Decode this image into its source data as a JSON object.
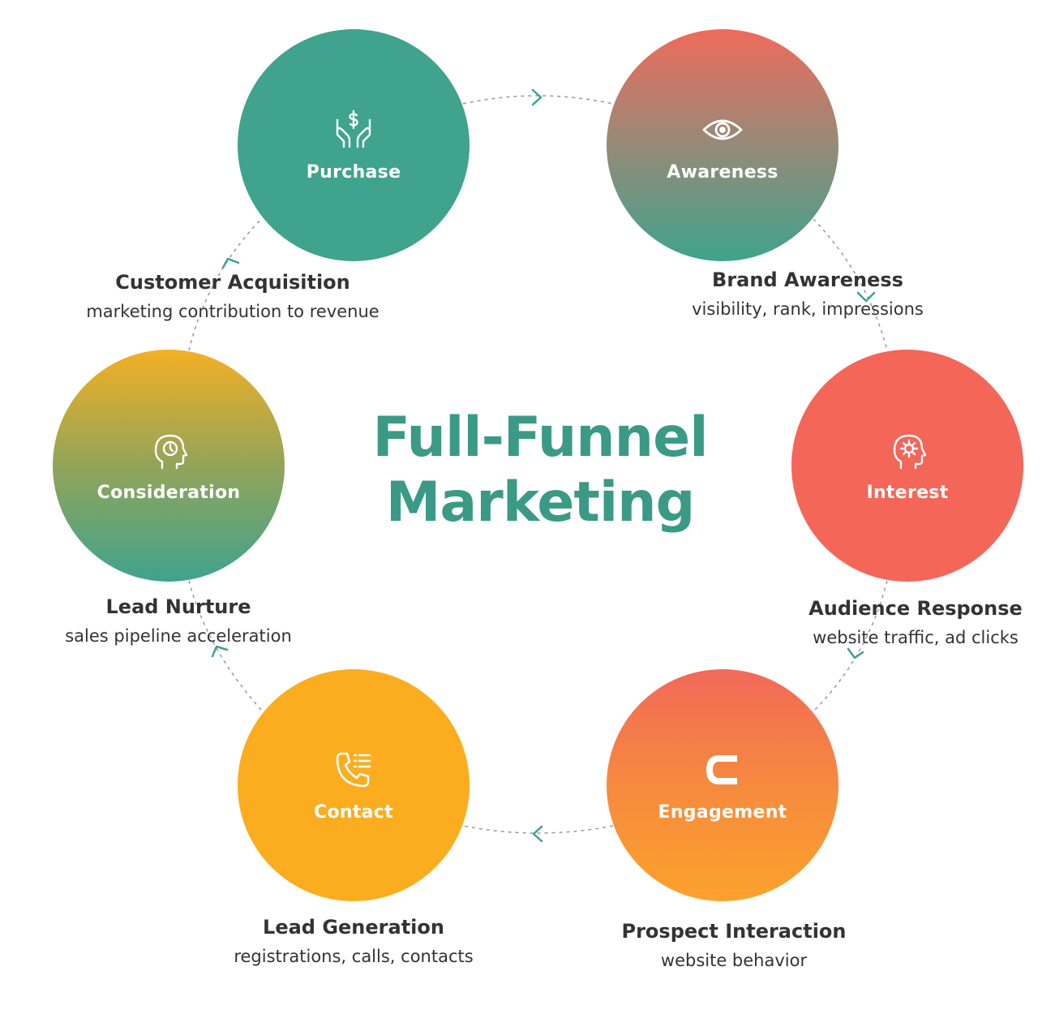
{
  "title": {
    "line1": "Full-Funnel",
    "line2": "Marketing"
  },
  "colors": {
    "teal": "#3fa38d",
    "coral": "#f46658",
    "orange": "#f68a3e",
    "amber": "#fbad1f",
    "title": "#3a9a86",
    "connector": "#999999",
    "arrow": "#3fa38d"
  },
  "stages": {
    "awareness": {
      "label": "Awareness",
      "icon": "eye-icon",
      "metric_title": "Brand Awareness",
      "metric_desc": "visibility, rank, impressions"
    },
    "interest": {
      "label": "Interest",
      "icon": "head-gear-icon",
      "metric_title": "Audience Response",
      "metric_desc": "website traffic, ad clicks"
    },
    "engagement": {
      "label": "Engagement",
      "icon": "magnet-icon",
      "metric_title": "Prospect Interaction",
      "metric_desc": "website behavior"
    },
    "contact": {
      "label": "Contact",
      "icon": "phone-list-icon",
      "metric_title": "Lead Generation",
      "metric_desc": "registrations, calls, contacts"
    },
    "consideration": {
      "label": "Consideration",
      "icon": "head-clock-icon",
      "metric_title": "Lead Nurture",
      "metric_desc": "sales pipeline acceleration"
    },
    "purchase": {
      "label": "Purchase",
      "icon": "hands-dollar-icon",
      "metric_title": "Customer Acquisition",
      "metric_desc": "marketing contribution to revenue"
    }
  }
}
